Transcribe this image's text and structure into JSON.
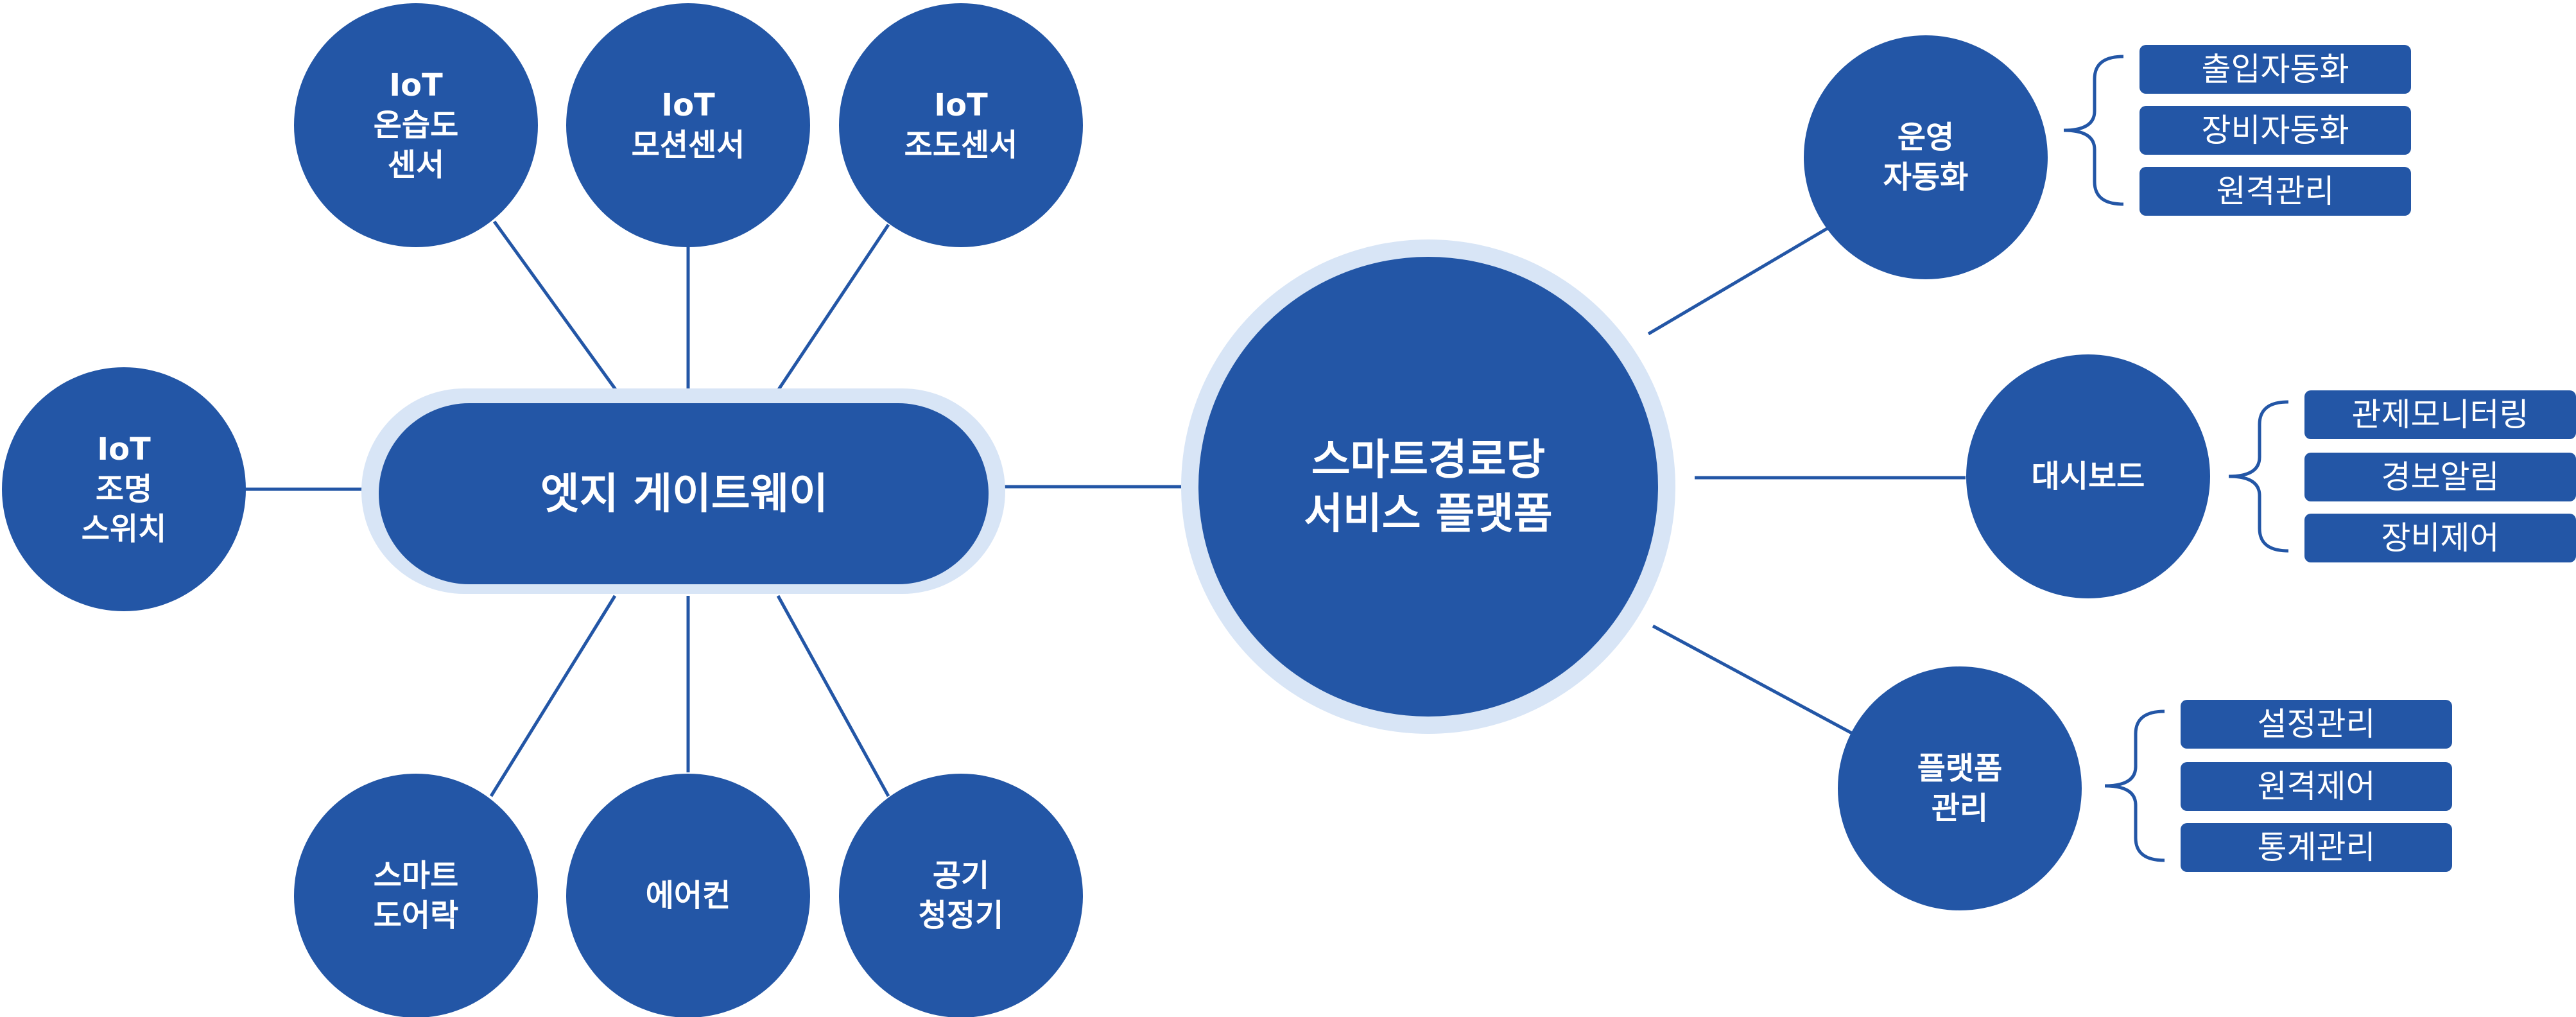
{
  "colors": {
    "node_fill": "#2356a6",
    "halo_fill": "#d8e5f6",
    "line": "#2356a6",
    "text": "#ffffff",
    "background": "#ffffff"
  },
  "center": {
    "lines": [
      "스마트경로당",
      "서비스 플랫폼"
    ]
  },
  "gateway": {
    "label": "엣지 게이트웨이"
  },
  "devices": [
    {
      "lines": [
        "IoT",
        "온습도",
        "센서"
      ]
    },
    {
      "lines": [
        "IoT",
        "모션센서"
      ]
    },
    {
      "lines": [
        "IoT",
        "조도센서"
      ]
    },
    {
      "lines": [
        "IoT",
        "조명",
        "스위치"
      ]
    },
    {
      "lines": [
        "스마트",
        "도어락"
      ]
    },
    {
      "lines": [
        "에어컨"
      ]
    },
    {
      "lines": [
        "공기",
        "청정기"
      ]
    }
  ],
  "services": [
    {
      "lines": [
        "운영",
        "자동화"
      ],
      "tags": [
        "출입자동화",
        "장비자동화",
        "원격관리"
      ]
    },
    {
      "lines": [
        "대시보드"
      ],
      "tags": [
        "관제모니터링",
        "경보알림",
        "장비제어"
      ]
    },
    {
      "lines": [
        "플랫폼",
        "관리"
      ],
      "tags": [
        "설정관리",
        "원격제어",
        "통계관리"
      ]
    }
  ]
}
